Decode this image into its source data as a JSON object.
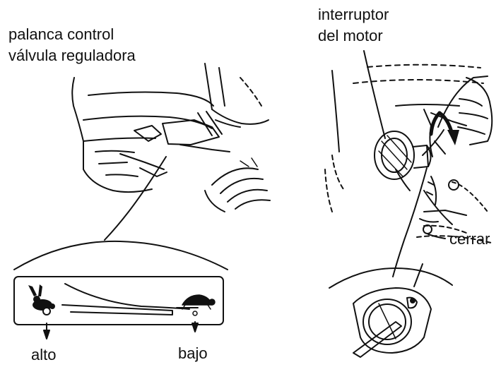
{
  "labels": {
    "throttle_line1": "palanca control",
    "throttle_line2": "válvula reguladora",
    "switch_line1": "interruptor",
    "switch_line2": "del motor",
    "close": "cerrar",
    "high": "alto",
    "low": "bajo"
  },
  "icons": {
    "high_symbol": "rabbit-icon",
    "low_symbol": "turtle-icon"
  },
  "colors": {
    "ink": "#111111",
    "paper": "#ffffff"
  }
}
